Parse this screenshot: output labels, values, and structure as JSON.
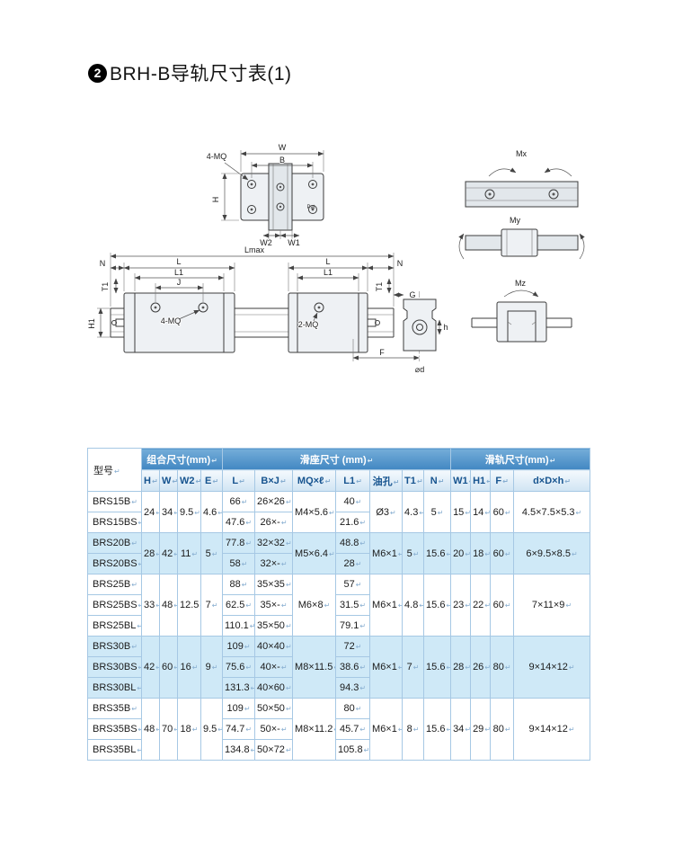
{
  "page": {
    "badge": "2",
    "title": "BRH-B导轨尺寸表(1)"
  },
  "diagram": {
    "top_view": {
      "four_mq": "4-MQ",
      "w": "W",
      "b": "B",
      "h": "H",
      "w2": "W2",
      "w1": "W1",
      "pat": "Pat"
    },
    "side_view": {
      "lmax": "Lmax",
      "n_left": "N",
      "l_left": "L",
      "l1_left": "L1",
      "j": "J",
      "t1_left": "T1",
      "four_mq": "4-MQ",
      "h1": "H1",
      "l_right": "L",
      "l1_right": "L1",
      "n_right": "N",
      "t1_right": "T1",
      "g": "G",
      "two_mq": "2-MQ",
      "h_counterbore": "h",
      "f": "F",
      "phi_d": "⌀d"
    },
    "moments": {
      "mx": "Mx",
      "my": "My",
      "mz": "Mz"
    }
  },
  "table": {
    "corner_label": "型号",
    "groups": [
      {
        "label": "组合尺寸(mm)",
        "span": 4
      },
      {
        "label": "滑座尺寸 (mm)",
        "span": 7
      },
      {
        "label": "滑轨尺寸(mm)",
        "span": 4
      }
    ],
    "columns": [
      "H",
      "W",
      "W2",
      "E",
      "L",
      "B×J",
      "MQ×ℓ",
      "L1",
      "油孔",
      "T1",
      "N",
      "W1",
      "H1",
      "F",
      "d×D×h"
    ],
    "row_groups": [
      {
        "shaded": false,
        "combo": {
          "H": "24",
          "W": "34",
          "W2": "9.5",
          "E": "4.6"
        },
        "block": {
          "MQ": "M4×5.6",
          "oil": "Ø3",
          "T1": "4.3",
          "N": "5"
        },
        "rail": {
          "W1": "15",
          "H1": "14",
          "F": "60",
          "dDh": "4.5×7.5×5.3"
        },
        "rows": [
          {
            "model": "BRS15B",
            "L": "66",
            "BJ": "26×26",
            "L1": "40"
          },
          {
            "model": "BRS15BS",
            "L": "47.6",
            "BJ": "26×-",
            "L1": "21.6"
          }
        ]
      },
      {
        "shaded": true,
        "combo": {
          "H": "28",
          "W": "42",
          "W2": "11",
          "E": "5"
        },
        "block": {
          "MQ": "M5×6.4",
          "oil": "M6×1",
          "T1": "5",
          "N": "15.6"
        },
        "rail": {
          "W1": "20",
          "H1": "18",
          "F": "60",
          "dDh": "6×9.5×8.5"
        },
        "rows": [
          {
            "model": "BRS20B",
            "L": "77.8",
            "BJ": "32×32",
            "L1": "48.8"
          },
          {
            "model": "BRS20BS",
            "L": "58",
            "BJ": "32×-",
            "L1": "28"
          }
        ]
      },
      {
        "shaded": false,
        "combo": {
          "H": "33",
          "W": "48",
          "W2": "12.5",
          "E": "7"
        },
        "block": {
          "MQ": "M6×8",
          "oil": "M6×1",
          "T1": "4.8",
          "N": "15.6"
        },
        "rail": {
          "W1": "23",
          "H1": "22",
          "F": "60",
          "dDh": "7×11×9"
        },
        "rows": [
          {
            "model": "BRS25B",
            "L": "88",
            "BJ": "35×35",
            "L1": "57"
          },
          {
            "model": "BRS25BS",
            "L": "62.5",
            "BJ": "35×-",
            "L1": "31.5"
          },
          {
            "model": "BRS25BL",
            "L": "110.1",
            "BJ": "35×50",
            "L1": "79.1"
          }
        ]
      },
      {
        "shaded": true,
        "combo": {
          "H": "42",
          "W": "60",
          "W2": "16",
          "E": "9"
        },
        "block": {
          "MQ": "M8×11.5",
          "oil": "M6×1",
          "T1": "7",
          "N": "15.6"
        },
        "rail": {
          "W1": "28",
          "H1": "26",
          "F": "80",
          "dDh": "9×14×12"
        },
        "rows": [
          {
            "model": "BRS30B",
            "L": "109",
            "BJ": "40×40",
            "L1": "72"
          },
          {
            "model": "BRS30BS",
            "L": "75.6",
            "BJ": "40×-",
            "L1": "38.6"
          },
          {
            "model": "BRS30BL",
            "L": "131.3",
            "BJ": "40×60",
            "L1": "94.3"
          }
        ]
      },
      {
        "shaded": false,
        "combo": {
          "H": "48",
          "W": "70",
          "W2": "18",
          "E": "9.5"
        },
        "block": {
          "MQ": "M8×11.2",
          "oil": "M6×1",
          "T1": "8",
          "N": "15.6"
        },
        "rail": {
          "W1": "34",
          "H1": "29",
          "F": "80",
          "dDh": "9×14×12"
        },
        "rows": [
          {
            "model": "BRS35B",
            "L": "109",
            "BJ": "50×50",
            "L1": "80"
          },
          {
            "model": "BRS35BS",
            "L": "74.7",
            "BJ": "50×-",
            "L1": "45.7"
          },
          {
            "model": "BRS35BL",
            "L": "134.8",
            "BJ": "50×72",
            "L1": "105.8"
          }
        ]
      }
    ]
  }
}
